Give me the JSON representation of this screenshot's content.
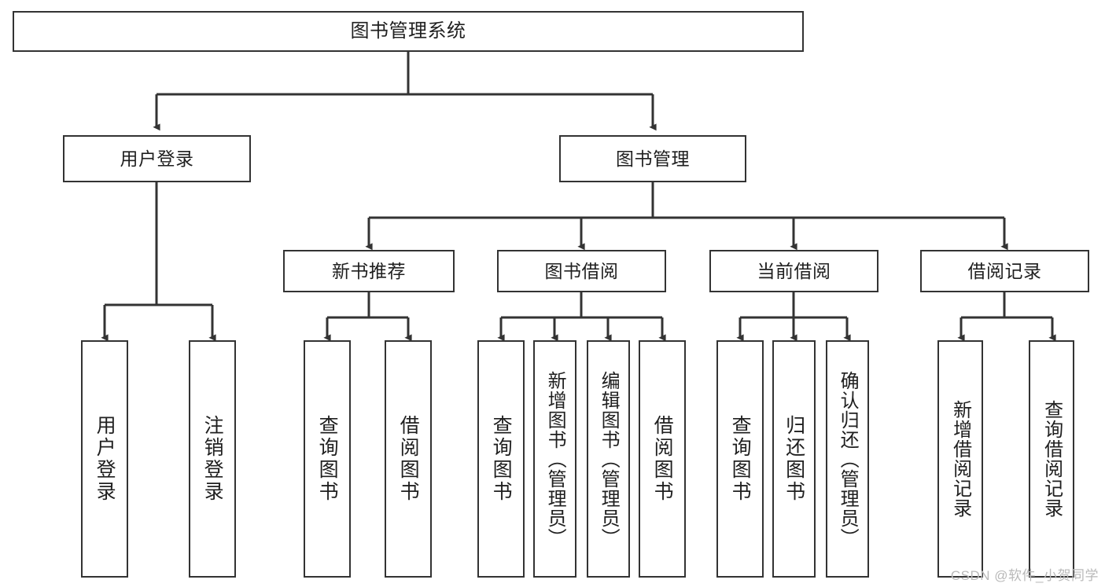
{
  "diagram": {
    "title": "图书管理系统",
    "type": "tree-hierarchy",
    "background_color": "#ffffff",
    "line_color": "#333333",
    "box_border_color": "#333333",
    "box_fill_color": "#ffffff"
  },
  "root": {
    "label": "图书管理系统"
  },
  "level2": [
    {
      "label": "用户登录"
    },
    {
      "label": "图书管理"
    }
  ],
  "level3": [
    {
      "label": "新书推荐"
    },
    {
      "label": "图书借阅"
    },
    {
      "label": "当前借阅"
    },
    {
      "label": "借阅记录"
    }
  ],
  "leaves": {
    "user_login": [
      {
        "label": "用户登录"
      },
      {
        "label": "注销登录"
      }
    ],
    "new_book_recommend": [
      {
        "label": "查询图书"
      },
      {
        "label": "借阅图书"
      }
    ],
    "book_borrow": [
      {
        "label": "查询图书"
      },
      {
        "label": "新增图书（管理员）"
      },
      {
        "label": "编辑图书（管理员）"
      },
      {
        "label": "借阅图书"
      }
    ],
    "current_borrow": [
      {
        "label": "查询图书"
      },
      {
        "label": "归还图书"
      },
      {
        "label": "确认归还（管理员）"
      }
    ],
    "borrow_records": [
      {
        "label": "新增借阅记录"
      },
      {
        "label": "查询借阅记录"
      }
    ]
  },
  "watermark": {
    "text": "CSDN @软件_小贺同学"
  }
}
